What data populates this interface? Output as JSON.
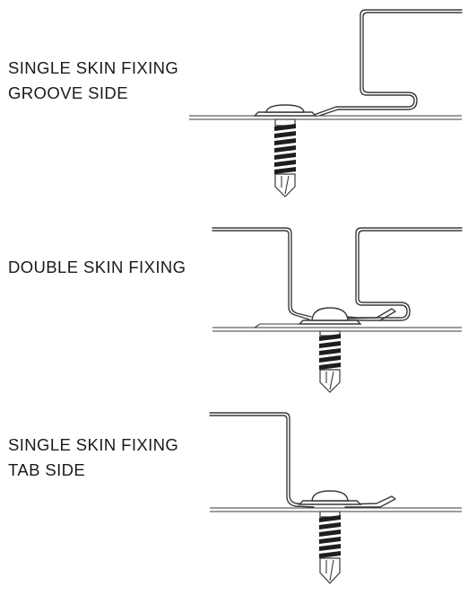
{
  "fixings": [
    {
      "lines": [
        "SINGLE SKIN FIXING",
        "GROOVE SIDE"
      ]
    },
    {
      "lines": [
        "DOUBLE SKIN FIXING"
      ]
    },
    {
      "lines": [
        "SINGLE SKIN FIXING",
        "TAB SIDE"
      ]
    }
  ],
  "colors": {
    "line": "#3a3a3a",
    "thread": "#1e1e1e",
    "background": "#ffffff"
  }
}
